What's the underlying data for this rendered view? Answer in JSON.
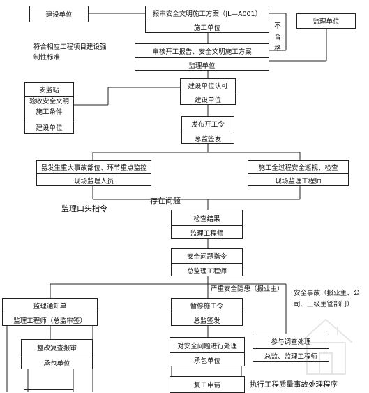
{
  "boxes": {
    "build_unit_top": {
      "title": "建设单位"
    },
    "review_plan": {
      "title": "报审安全文明施工方案（JL—A001）",
      "sub": "施工单位"
    },
    "supervisor_unit": {
      "title": "监理单位"
    },
    "audit_report": {
      "title": "审核开工报告、安全文明施工方案",
      "sub": "监理单位"
    },
    "build_approve": {
      "title": "建设单位认可",
      "sub": "建设单位"
    },
    "safety_station": {
      "title": "安监站",
      "mid": "验收安全文明施工条件",
      "sub": "建设单位"
    },
    "start_order": {
      "title": "发布开工令",
      "sub": "总监签发"
    },
    "key_parts": {
      "title": "易发生重大事故部位、环节重点监控",
      "sub": "现场监理人员"
    },
    "patrol": {
      "title": "施工全过程安全巡视、检查",
      "sub": "现场监理工程师"
    },
    "check_result": {
      "title": "检查结果",
      "sub": "监理工程师"
    },
    "safety_order": {
      "title": "安全问题指令",
      "sub": "总监理工程师"
    },
    "notice": {
      "title": "监理通知单",
      "sub": "监理工程师（总监审签）"
    },
    "stop_order": {
      "title": "暂停施工令",
      "sub": "总监签发"
    },
    "investigate": {
      "title": "参与调查处理",
      "sub": "总监、监理工程师"
    },
    "rectify": {
      "title": "整改复查报审",
      "sub": "承包单位"
    },
    "handle": {
      "title": "对安全问题进行处理",
      "sub": "承包单位"
    },
    "resume": {
      "title": "复工申请"
    }
  },
  "labels": {
    "not_pass": "不合格",
    "standards": "符合相应工程项目建设强制性标准",
    "problem": "存在问题",
    "oral": "监理口头指令",
    "serious": "严重安全隐患（报业主）",
    "accident": "安全事故（报业主、公司、上级主管部门）",
    "quality": "执行工程质量事故处理程序"
  }
}
